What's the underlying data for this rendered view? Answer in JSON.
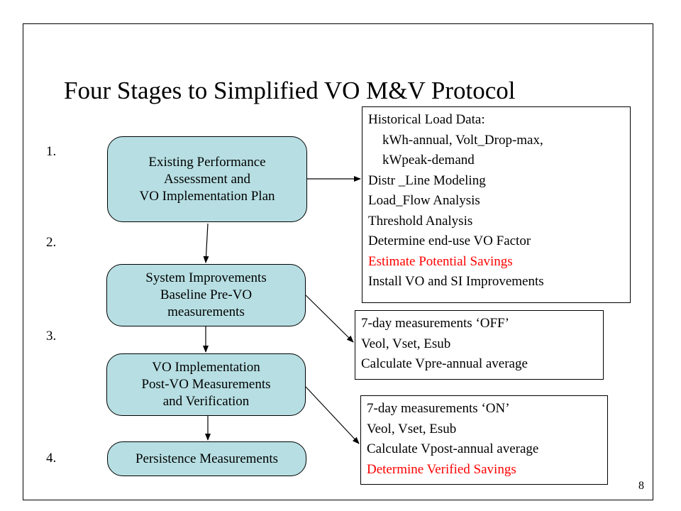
{
  "title": "Four Stages to Simplified VO M&V Protocol",
  "stage_numbers": [
    "1.",
    "2.",
    "3.",
    "4."
  ],
  "stages": [
    {
      "lines": [
        "Existing Performance",
        "Assessment and",
        "VO Implementation Plan"
      ]
    },
    {
      "lines": [
        "System Improvements",
        "Baseline Pre-VO",
        "measurements"
      ]
    },
    {
      "lines": [
        "VO Implementation",
        "Post-VO  Measurements",
        "and Verification"
      ]
    },
    {
      "lines": [
        "Persistence Measurements"
      ]
    }
  ],
  "notes": {
    "historical": {
      "lines": [
        "Historical Load Data:",
        "kWh-annual, Volt_Drop-max,",
        "kWpeak-demand",
        "Distr _Line Modeling",
        "Load_Flow Analysis",
        "Threshold Analysis",
        "Determine end-use VO Factor",
        "Estimate Potential Savings",
        "Install VO and SI Improvements"
      ]
    },
    "off": {
      "lines": [
        "7-day measurements ‘OFF’",
        "Veol, Vset, Esub",
        "Calculate Vpre-annual average"
      ]
    },
    "on": {
      "lines": [
        "7-day measurements ‘ON’",
        "Veol, Vset, Esub",
        "Calculate Vpost-annual average",
        "Determine Verified Savings"
      ]
    }
  },
  "colors": {
    "stage_fill": "#b7dfe3",
    "highlight_text": "#ff0000"
  },
  "page_number": "8"
}
